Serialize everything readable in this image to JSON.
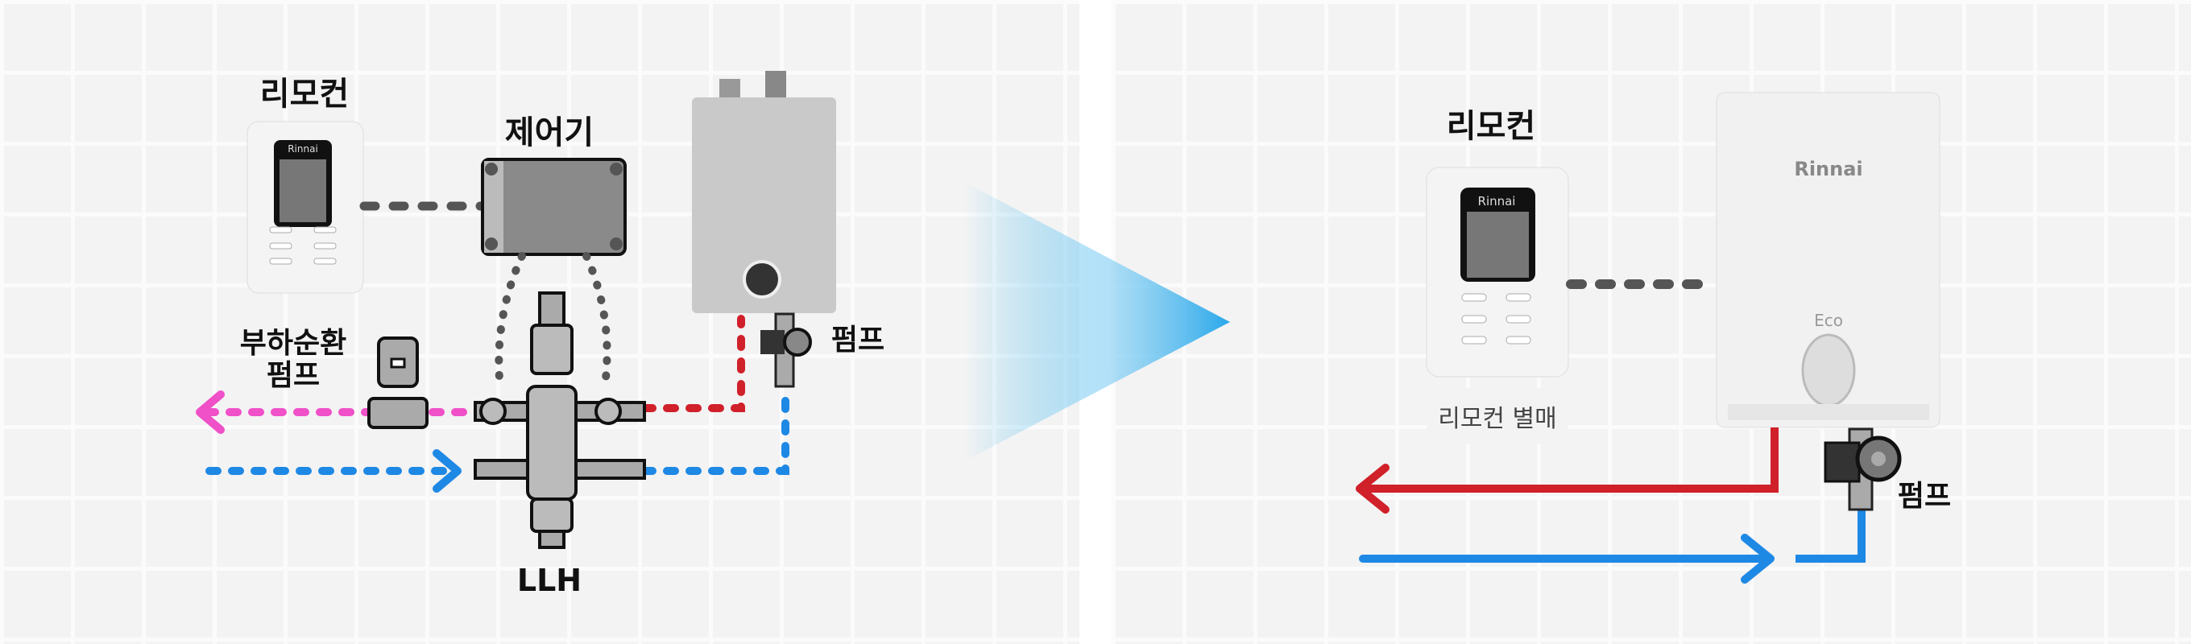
{
  "before": {
    "remote_label": "리모컨",
    "controller_label": "제어기",
    "load_pump_label_line1": "부하순환",
    "load_pump_label_line2": "펌프",
    "pump_label": "펌프",
    "llh_label": "LLH",
    "remote_brand": "Rinnai"
  },
  "after": {
    "remote_label": "리모컨",
    "remote_note": "리모컨 별매",
    "pump_label": "펌프",
    "remote_brand": "Rinnai",
    "boiler_brand": "Rinnai",
    "boiler_eco": "Eco"
  },
  "colors": {
    "hot": "#d0202a",
    "cold": "#1e88e5",
    "load": "#f050c8",
    "signal": "#555555",
    "arrow": "#3ab4ee"
  }
}
